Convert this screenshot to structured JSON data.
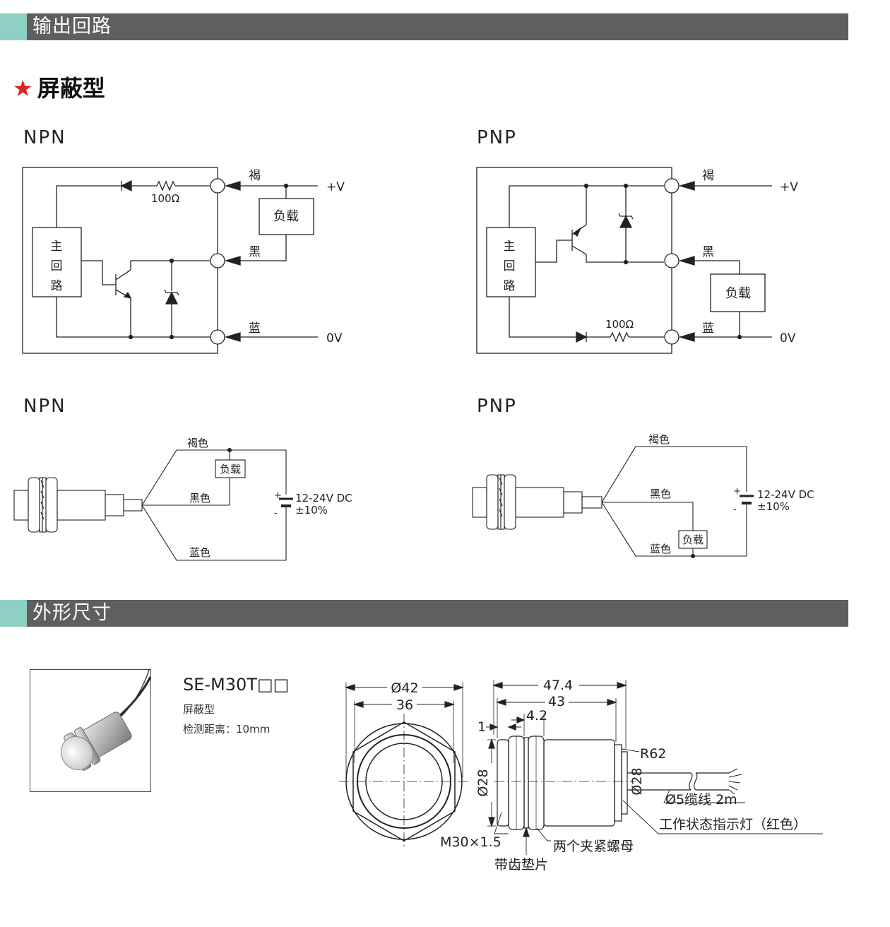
{
  "sections": {
    "output": "输出回路",
    "dimensions": "外形尺寸"
  },
  "shielded_title": "屏蔽型",
  "circuits": {
    "npn_label": "NPN",
    "pnp_label": "PNP",
    "main_circuit": [
      "主",
      "回",
      "路"
    ],
    "brown": "褐",
    "black": "黑",
    "blue": "蓝",
    "plus_v": "+V",
    "zero_v": "0V",
    "load": "负载",
    "resistor": "100Ω"
  },
  "wiring": {
    "npn_label": "NPN",
    "pnp_label": "PNP",
    "brown": "褐色",
    "black": "黑色",
    "blue": "蓝色",
    "load": "负载",
    "supply_line1": "12-24V DC",
    "supply_line2": "±10%",
    "plus": "+",
    "minus": "-"
  },
  "product": {
    "model": "SE-M30T□□",
    "type": "屏蔽型",
    "distance": "检测距离：10mm"
  },
  "dimensions": {
    "d42": "Ø42",
    "d36": "36",
    "l474": "47.4",
    "l43": "43",
    "l42": "4.2",
    "one": "1",
    "d28a": "Ø28",
    "d28b": "Ø28",
    "r62": "R62",
    "cable": "Ø5缆线 2m",
    "indicator": "工作状态指示灯（红色）",
    "thread": "M30×1.5",
    "nuts": "两个夹紧螺母",
    "washer": "带齿垫片"
  }
}
